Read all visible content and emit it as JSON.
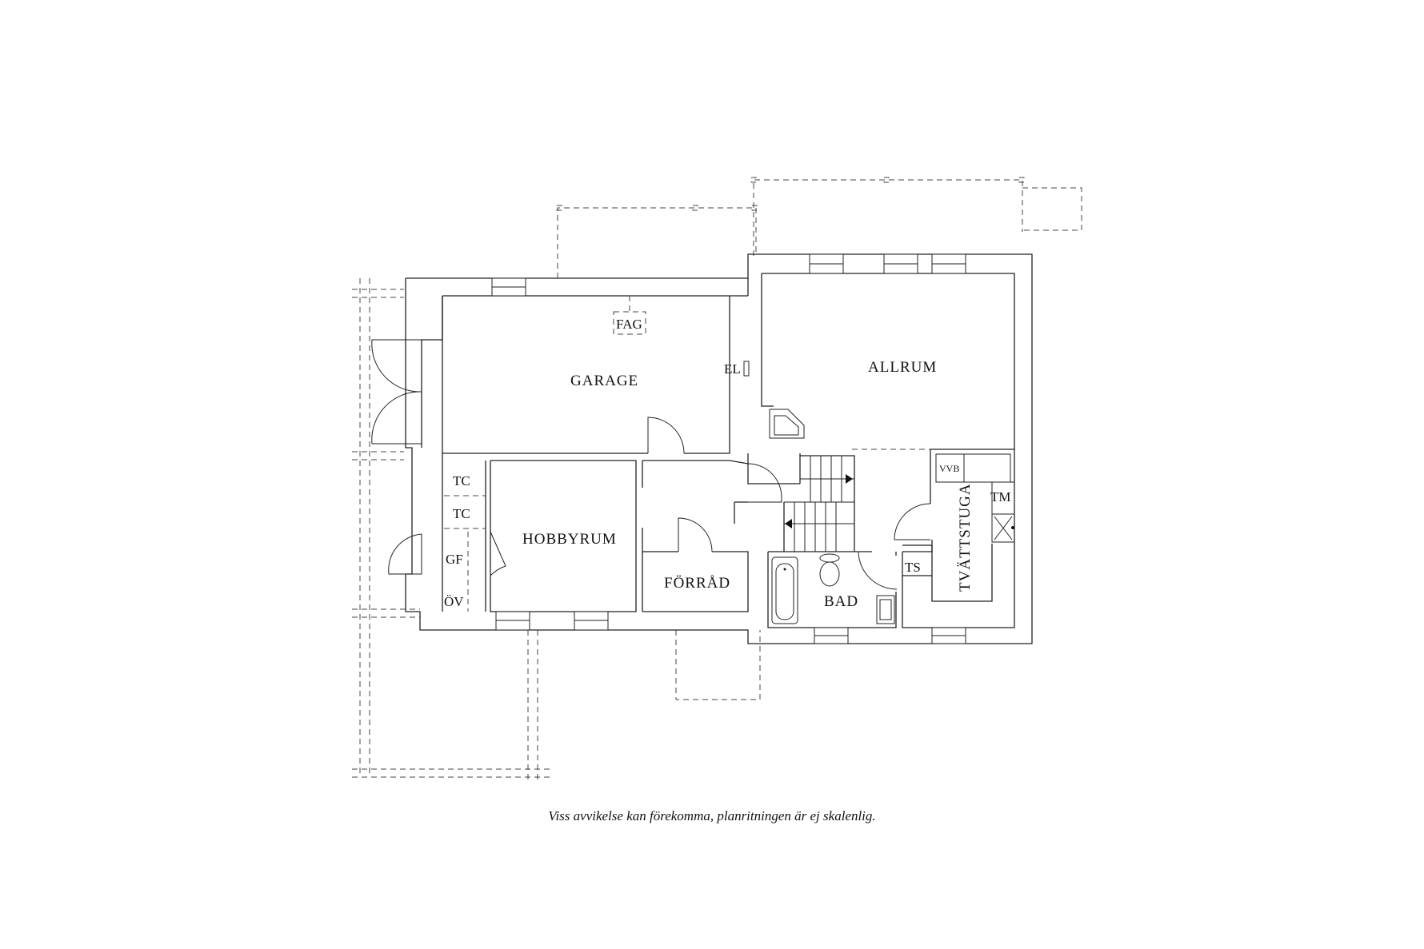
{
  "rooms": {
    "garage": "GARAGE",
    "allrum": "ALLRUM",
    "hobbyrum": "HOBBYRUM",
    "forrad": "FÖRRÅD",
    "bad": "BAD",
    "tvattstuga": "TVÄTTSTUGA"
  },
  "fixtures": {
    "fag": "FAG",
    "el": "EL",
    "tc1": "TC",
    "tc2": "TC",
    "gf": "GF",
    "ov": "ÖV",
    "vvb": "VVB",
    "tm": "TM",
    "ts": "TS"
  },
  "disclaimer": "Viss avvikelse kan förekomma, planritningen är ej skalenlig."
}
